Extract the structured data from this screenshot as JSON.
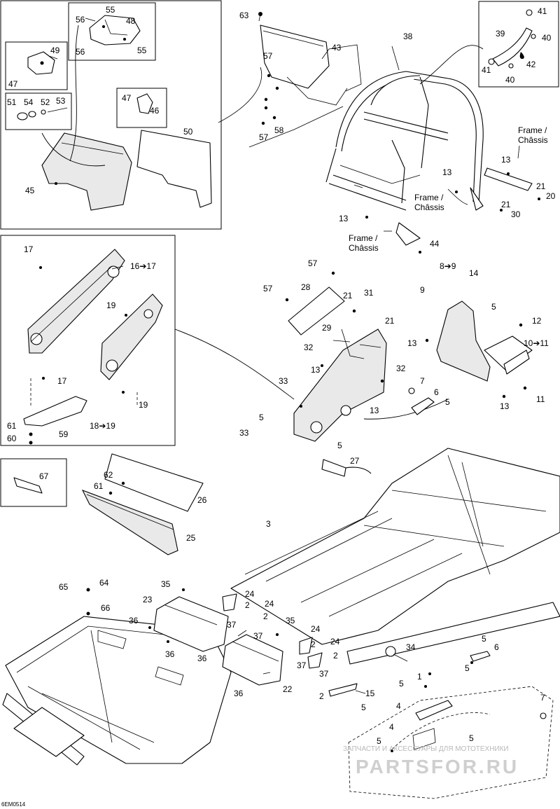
{
  "diagram": {
    "code": "6EM0514",
    "watermark_line1": "ЗАПЧАСТИ И АКСЕССУАРЫ ДЛЯ МОТОТЕХНИКИ",
    "watermark_line2": "PARTSFOR.RU",
    "frame_label_1": "Frame /",
    "frame_label_2": "Châssis"
  },
  "callouts": [
    {
      "id": "c55a",
      "text": "55"
    },
    {
      "id": "c56a",
      "text": "56"
    },
    {
      "id": "c48",
      "text": "48"
    },
    {
      "id": "c56b",
      "text": "56"
    },
    {
      "id": "c55b",
      "text": "55"
    },
    {
      "id": "c49",
      "text": "49"
    },
    {
      "id": "c47a",
      "text": "47"
    },
    {
      "id": "c51",
      "text": "51"
    },
    {
      "id": "c54",
      "text": "54"
    },
    {
      "id": "c52",
      "text": "52"
    },
    {
      "id": "c53",
      "text": "53"
    },
    {
      "id": "c47b",
      "text": "47"
    },
    {
      "id": "c46",
      "text": "46"
    },
    {
      "id": "c50",
      "text": "50"
    },
    {
      "id": "c45",
      "text": "45"
    },
    {
      "id": "c63",
      "text": "63"
    },
    {
      "id": "c57a",
      "text": "57"
    },
    {
      "id": "c43",
      "text": "43"
    },
    {
      "id": "c58",
      "text": "58"
    },
    {
      "id": "c57b",
      "text": "57"
    },
    {
      "id": "c38",
      "text": "38"
    },
    {
      "id": "c41a",
      "text": "41"
    },
    {
      "id": "c39",
      "text": "39"
    },
    {
      "id": "c40a",
      "text": "40"
    },
    {
      "id": "c41b",
      "text": "41"
    },
    {
      "id": "c42",
      "text": "42"
    },
    {
      "id": "c40b",
      "text": "40"
    },
    {
      "id": "c13a",
      "text": "13"
    },
    {
      "id": "c13b",
      "text": "13"
    },
    {
      "id": "c21a",
      "text": "21"
    },
    {
      "id": "c20",
      "text": "20"
    },
    {
      "id": "c21b",
      "text": "21"
    },
    {
      "id": "c30",
      "text": "30"
    },
    {
      "id": "c13c",
      "text": "13"
    },
    {
      "id": "c44",
      "text": "44"
    },
    {
      "id": "c17a",
      "text": "17"
    },
    {
      "id": "c1617",
      "text": "16➔17"
    },
    {
      "id": "c19a",
      "text": "19"
    },
    {
      "id": "c17b",
      "text": "17"
    },
    {
      "id": "c19b",
      "text": "19"
    },
    {
      "id": "c1819",
      "text": "18➔19"
    },
    {
      "id": "c61a",
      "text": "61"
    },
    {
      "id": "c60",
      "text": "60"
    },
    {
      "id": "c59",
      "text": "59"
    },
    {
      "id": "c67",
      "text": "67"
    },
    {
      "id": "c57c",
      "text": "57"
    },
    {
      "id": "c57d",
      "text": "57"
    },
    {
      "id": "c28",
      "text": "28"
    },
    {
      "id": "c21c",
      "text": "21"
    },
    {
      "id": "c31",
      "text": "31"
    },
    {
      "id": "c21d",
      "text": "21"
    },
    {
      "id": "c29",
      "text": "29"
    },
    {
      "id": "c32a",
      "text": "32"
    },
    {
      "id": "c13d",
      "text": "13"
    },
    {
      "id": "c32b",
      "text": "32"
    },
    {
      "id": "c33a",
      "text": "33"
    },
    {
      "id": "c5a",
      "text": "5"
    },
    {
      "id": "c33b",
      "text": "33"
    },
    {
      "id": "c13e",
      "text": "13"
    },
    {
      "id": "c5b",
      "text": "5"
    },
    {
      "id": "c7a",
      "text": "7"
    },
    {
      "id": "c6a",
      "text": "6"
    },
    {
      "id": "c5c",
      "text": "5"
    },
    {
      "id": "c89",
      "text": "8➔9"
    },
    {
      "id": "c14",
      "text": "14"
    },
    {
      "id": "c9",
      "text": "9"
    },
    {
      "id": "c5d",
      "text": "5"
    },
    {
      "id": "c13f",
      "text": "13"
    },
    {
      "id": "c12",
      "text": "12"
    },
    {
      "id": "c1011",
      "text": "10➔11"
    },
    {
      "id": "c13g",
      "text": "13"
    },
    {
      "id": "c11",
      "text": "11"
    },
    {
      "id": "c27",
      "text": "27"
    },
    {
      "id": "c62",
      "text": "62"
    },
    {
      "id": "c61b",
      "text": "61"
    },
    {
      "id": "c26",
      "text": "26"
    },
    {
      "id": "c25",
      "text": "25"
    },
    {
      "id": "c3",
      "text": "3"
    },
    {
      "id": "c65",
      "text": "65"
    },
    {
      "id": "c64",
      "text": "64"
    },
    {
      "id": "c66",
      "text": "66"
    },
    {
      "id": "c35a",
      "text": "35"
    },
    {
      "id": "c23",
      "text": "23"
    },
    {
      "id": "c24a",
      "text": "24"
    },
    {
      "id": "c2a",
      "text": "2"
    },
    {
      "id": "c24b",
      "text": "24"
    },
    {
      "id": "c36a",
      "text": "36"
    },
    {
      "id": "c37a",
      "text": "37"
    },
    {
      "id": "c2b",
      "text": "2"
    },
    {
      "id": "c35b",
      "text": "35"
    },
    {
      "id": "c36b",
      "text": "36"
    },
    {
      "id": "c37b",
      "text": "37"
    },
    {
      "id": "c24c",
      "text": "24"
    },
    {
      "id": "c2c",
      "text": "2"
    },
    {
      "id": "c24d",
      "text": "24"
    },
    {
      "id": "c36c",
      "text": "36"
    },
    {
      "id": "c37c",
      "text": "37"
    },
    {
      "id": "c2d",
      "text": "2"
    },
    {
      "id": "c37d",
      "text": "37"
    },
    {
      "id": "c22",
      "text": "22"
    },
    {
      "id": "c36d",
      "text": "36"
    },
    {
      "id": "c34",
      "text": "34"
    },
    {
      "id": "c5e",
      "text": "5"
    },
    {
      "id": "c6b",
      "text": "6"
    },
    {
      "id": "c5f",
      "text": "5"
    },
    {
      "id": "c1",
      "text": "1"
    },
    {
      "id": "c5g",
      "text": "5"
    },
    {
      "id": "c7b",
      "text": "7"
    },
    {
      "id": "c2e",
      "text": "2"
    },
    {
      "id": "c15",
      "text": "15"
    },
    {
      "id": "c5h",
      "text": "5"
    },
    {
      "id": "c4a",
      "text": "4"
    },
    {
      "id": "c4b",
      "text": "4"
    },
    {
      "id": "c5i",
      "text": "5"
    },
    {
      "id": "c5j",
      "text": "5"
    }
  ]
}
